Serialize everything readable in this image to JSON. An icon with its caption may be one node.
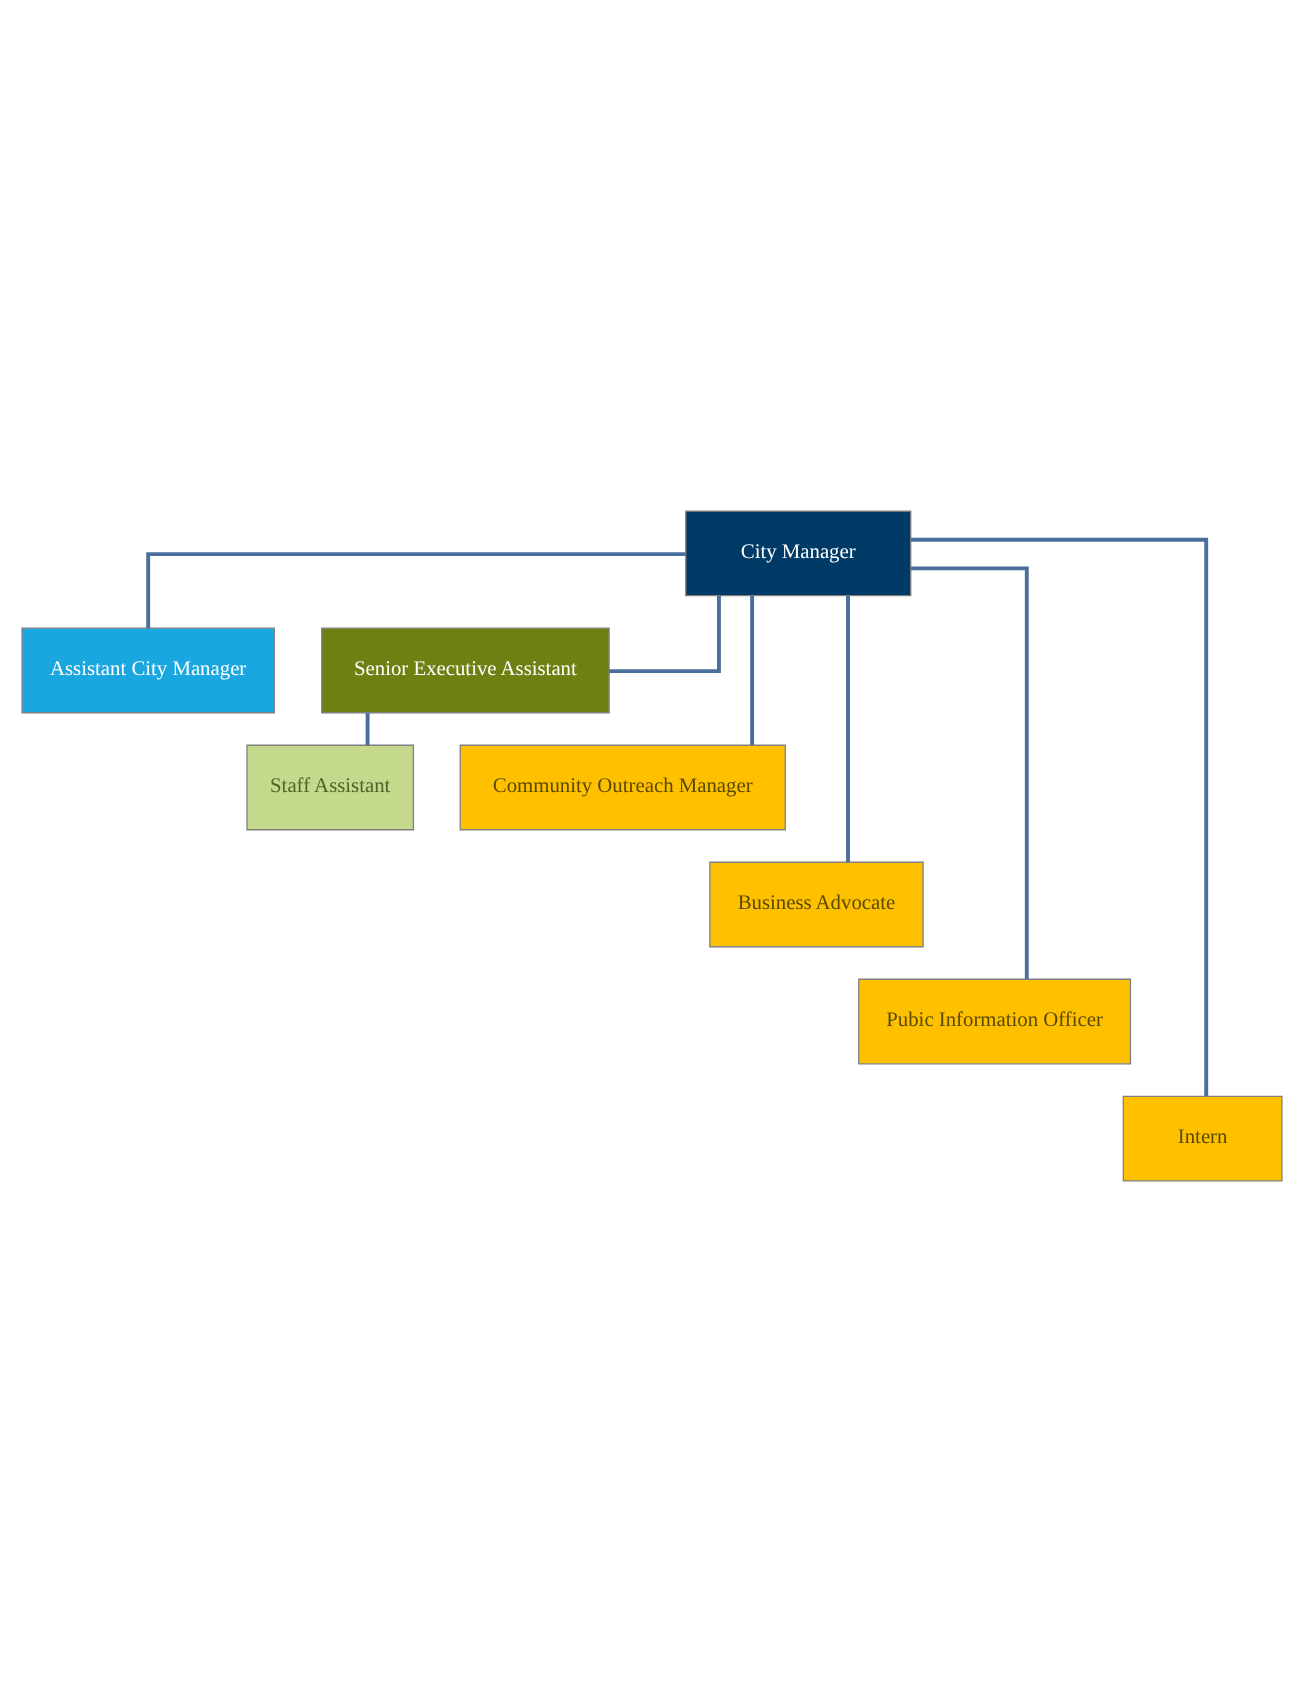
{
  "diagram": {
    "nodes": [
      {
        "text": [
          "City Manager"
        ]
      },
      {
        "text": [
          "Assistant City Manager"
        ]
      },
      {
        "text": [
          "Senior Executive Assistant"
        ]
      },
      {
        "text": [
          "Community Outreach Manager"
        ]
      },
      {
        "text": [
          "Staff Assistant"
        ]
      },
      {
        "text": [
          "Business Advocate"
        ]
      },
      {
        "text": [
          "Pubic Information Officer"
        ]
      },
      {
        "text": [
          "Intern"
        ]
      }
    ],
    "edges": [
      {
        "from": 0,
        "to": 1,
        "arrow": "none"
      },
      {
        "from": 0,
        "to": 2,
        "arrow": "none"
      },
      {
        "from": 0,
        "to": 3,
        "arrow": "none"
      },
      {
        "from": 2,
        "to": 4,
        "arrow": "none"
      },
      {
        "from": 0,
        "to": 5,
        "arrow": "none"
      },
      {
        "from": 0,
        "to": 6,
        "arrow": "none"
      },
      {
        "from": 0,
        "to": 7,
        "arrow": "none"
      }
    ]
  }
}
